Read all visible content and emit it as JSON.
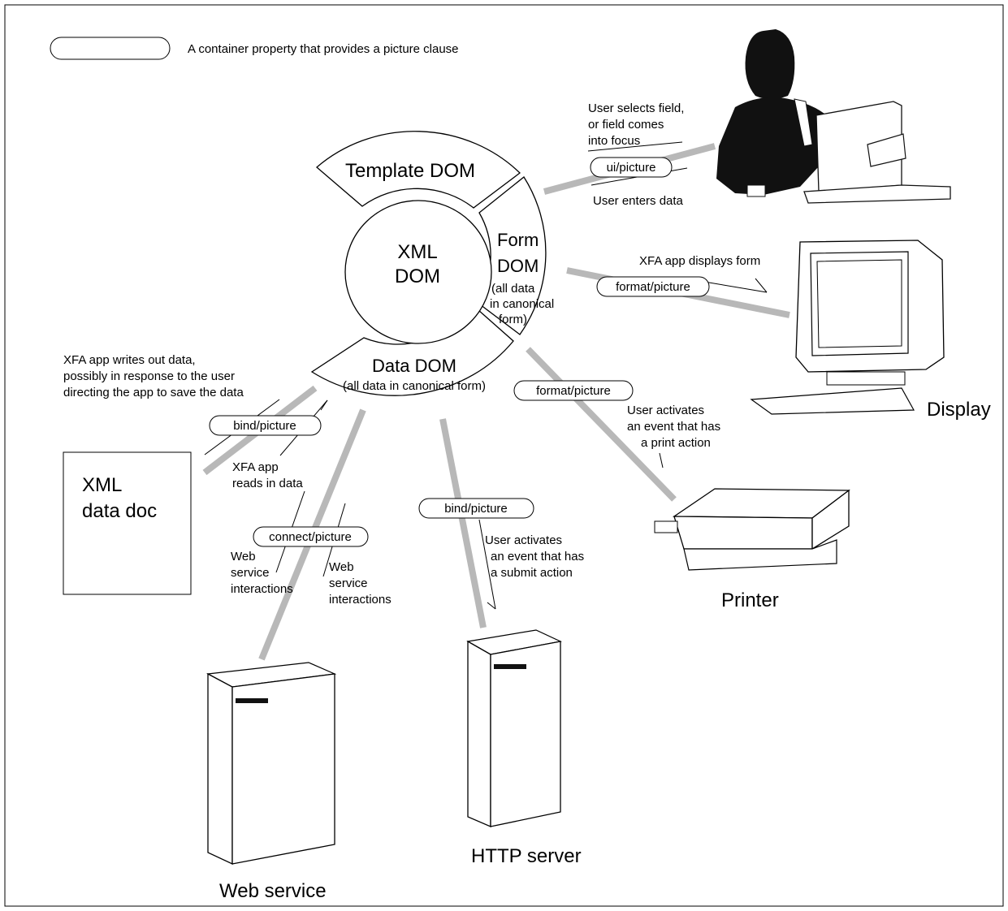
{
  "legend": {
    "text": "A container property that provides a picture clause"
  },
  "doms": {
    "template": "Template DOM",
    "xml_line1": "XML",
    "xml_line2": "DOM",
    "form_line1": "Form",
    "form_line2": "DOM",
    "form_note": [
      "(all data",
      "in canonical",
      "form)"
    ],
    "data_title": "Data DOM",
    "data_note": "(all data in canonical form)"
  },
  "pictures": {
    "ui": "ui/picture",
    "format_display": "format/picture",
    "format_print": "format/picture",
    "bind_doc": "bind/picture",
    "connect": "connect/picture",
    "bind_http": "bind/picture"
  },
  "annotations": {
    "user_selects": [
      "User selects field,",
      "or field comes",
      "into focus"
    ],
    "user_enters": "User enters data",
    "displays_form": "XFA app displays form",
    "writes_out": [
      "XFA app writes out data,",
      "possibly in response to the user",
      "directing the app to save the data"
    ],
    "reads_in": [
      "XFA app",
      "reads in data"
    ],
    "print_action": [
      "User activates",
      "an event that has",
      "a print action"
    ],
    "web_left": [
      "Web",
      "service",
      "interactions"
    ],
    "web_right": [
      "Web",
      "service",
      "interactions"
    ],
    "submit_action": [
      "User activates",
      "an event that has",
      "a submit action"
    ]
  },
  "endpoints": {
    "display": "Display",
    "printer": "Printer",
    "xml_doc_line1": "XML",
    "xml_doc_line2": "data doc",
    "http_server": "HTTP server",
    "web_service": "Web service"
  },
  "colors": {
    "connector": "#b8b8b8",
    "ink": "#000000",
    "user_figure": "#111111"
  }
}
